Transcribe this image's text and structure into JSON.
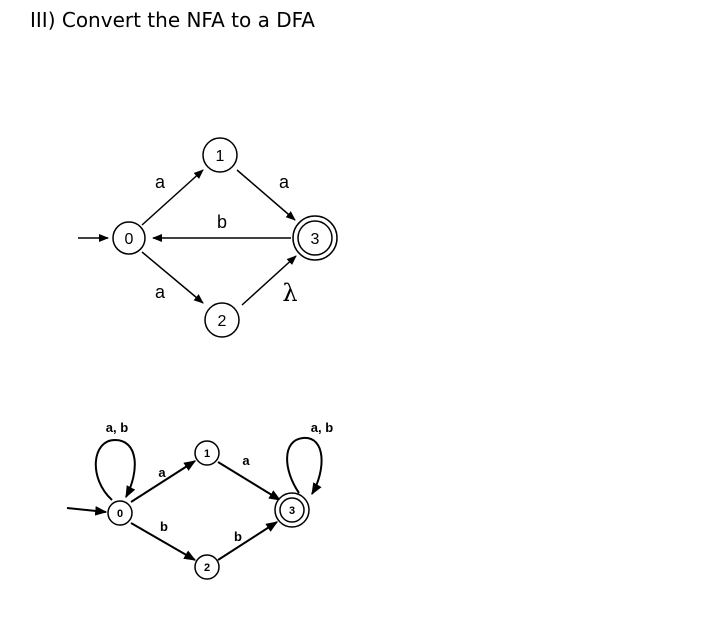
{
  "title": "III)  Convert the NFA to a DFA",
  "nfa": {
    "states": [
      "0",
      "1",
      "2",
      "3"
    ],
    "start": "0",
    "accepting": [
      "3"
    ],
    "transitions": [
      {
        "from": "0",
        "to": "1",
        "label": "a"
      },
      {
        "from": "0",
        "to": "2",
        "label": "a"
      },
      {
        "from": "1",
        "to": "3",
        "label": "a"
      },
      {
        "from": "2",
        "to": "3",
        "label": "λ"
      },
      {
        "from": "3",
        "to": "0",
        "label": "b"
      }
    ]
  },
  "dfa": {
    "states": [
      "0",
      "1",
      "2",
      "3"
    ],
    "start": "0",
    "accepting": [
      "3"
    ],
    "transitions": [
      {
        "from": "0",
        "to": "0",
        "label": "a, b"
      },
      {
        "from": "0",
        "to": "1",
        "label": "a"
      },
      {
        "from": "0",
        "to": "2",
        "label": "b"
      },
      {
        "from": "1",
        "to": "3",
        "label": "a"
      },
      {
        "from": "2",
        "to": "3",
        "label": "b"
      },
      {
        "from": "3",
        "to": "3",
        "label": "a, b"
      }
    ]
  }
}
